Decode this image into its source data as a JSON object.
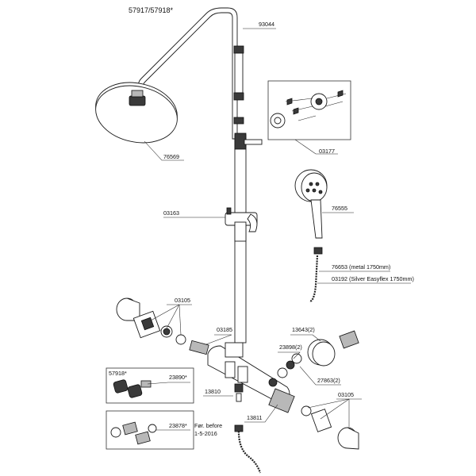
{
  "title": "57917/57918*",
  "labels": {
    "arm": "93044",
    "rainhead": "76569",
    "wall_bracket": "03177",
    "slider": "03163",
    "handshower": "76555",
    "hose_metal": "76653 (metal  1750mm)",
    "hose_silver": "03192 (Silver Easyflex 1750mm)",
    "handle_left": "03105",
    "riser_conn": "03185",
    "cartridge_right": "13643(2)",
    "nut_set": "23898(2)",
    "seal": "27863(2)",
    "variant_box_title": "57918*",
    "variant_box_part": "23890*",
    "old_set": "23878*",
    "old_set_note1": "Før. before",
    "old_set_note2": "1-5-2016",
    "outlet": "13810",
    "thermo_cartridge": "13811",
    "handle_right": "03105"
  },
  "colors": {
    "line": "#1a1a1a",
    "fill_dark": "#3a3a3a",
    "fill_mid": "#b8b8b8"
  }
}
